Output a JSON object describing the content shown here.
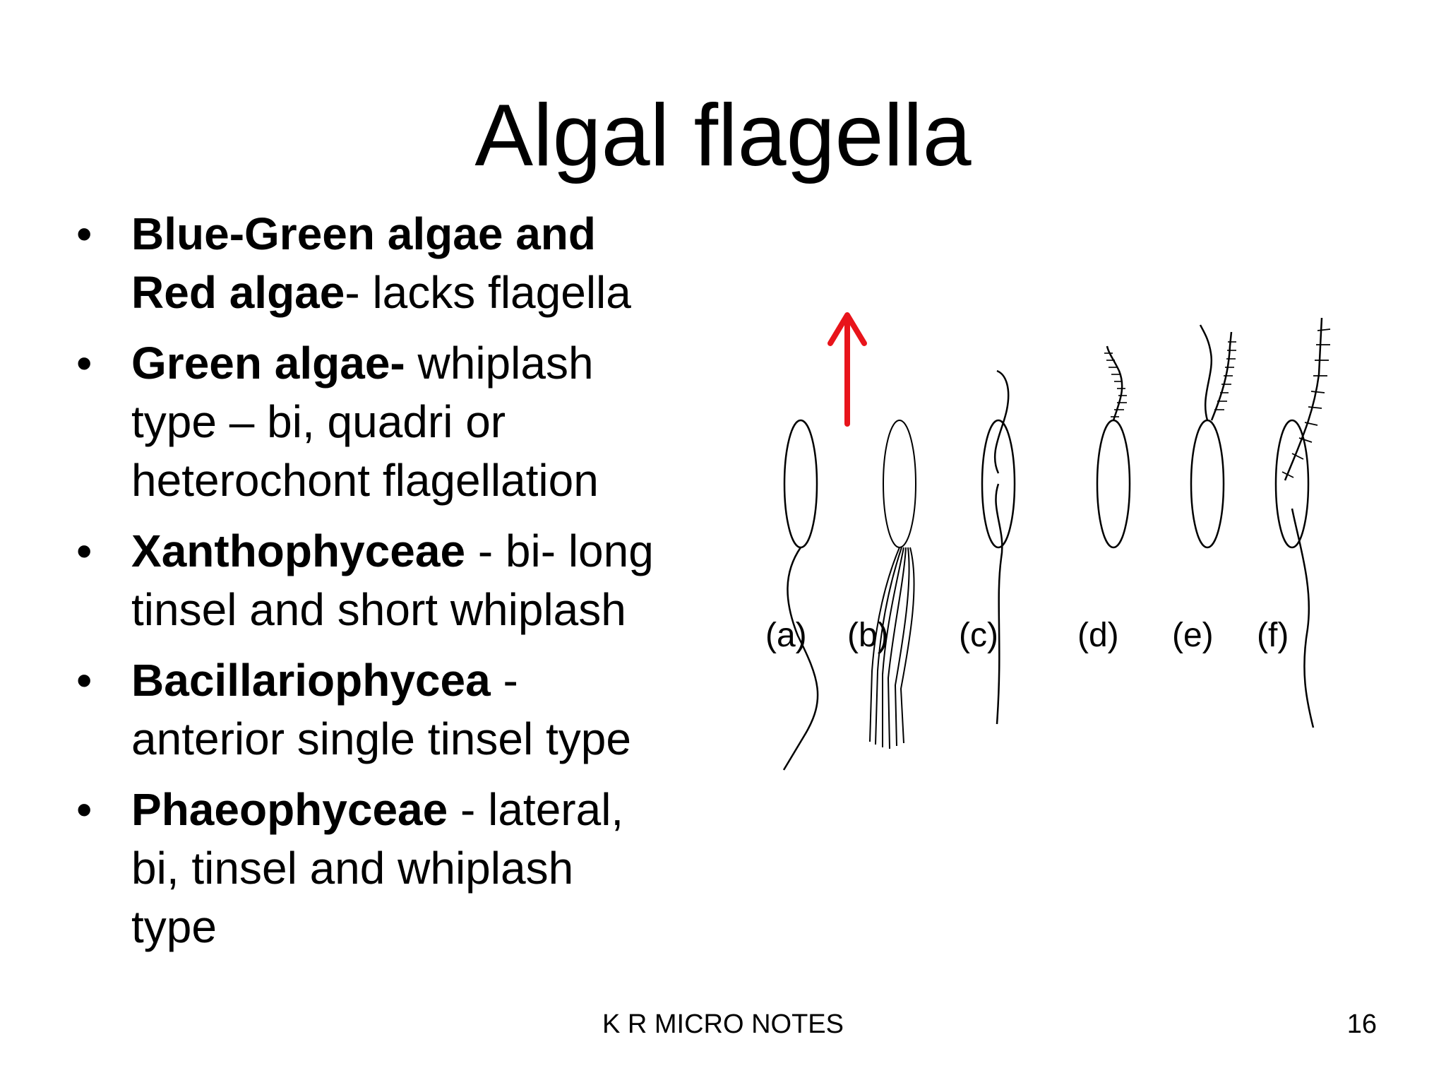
{
  "slide": {
    "title": "Algal flagella",
    "bullets": [
      {
        "dot": "•",
        "lines": [
          {
            "bold": "Blue-Green algae and",
            "rest": ""
          },
          {
            "bold": "Red algae",
            "rest": "- lacks flagella"
          }
        ]
      },
      {
        "dot": "•",
        "lines": [
          {
            "bold": "Green algae-",
            "rest": " whiplash"
          },
          {
            "bold": "",
            "rest": "type – bi, quadri or"
          },
          {
            "bold": "",
            "rest": "heterochont flagellation"
          }
        ]
      },
      {
        "dot": "•",
        "lines": [
          {
            "bold": "Xanthophyceae",
            "rest": " - bi- long"
          },
          {
            "bold": "",
            "rest": "tinsel and short whiplash"
          }
        ]
      },
      {
        "dot": "•",
        "lines": [
          {
            "bold": "Bacillariophycea",
            "rest": " -"
          },
          {
            "bold": "",
            "rest": "anterior single tinsel type"
          }
        ]
      },
      {
        "dot": "•",
        "lines": [
          {
            "bold": "Phaeophyceae",
            "rest": " - lateral,"
          },
          {
            "bold": "",
            "rest": "bi, tinsel and whiplash"
          },
          {
            "bold": "",
            "rest": "type"
          }
        ]
      }
    ],
    "figure": {
      "labels": [
        "(a)",
        "(b)",
        "(c)",
        "(d)",
        "(e)",
        "(f)"
      ],
      "arrow_color": "#e8141b"
    },
    "footer": {
      "center": "K R MICRO NOTES",
      "page": "16"
    }
  }
}
